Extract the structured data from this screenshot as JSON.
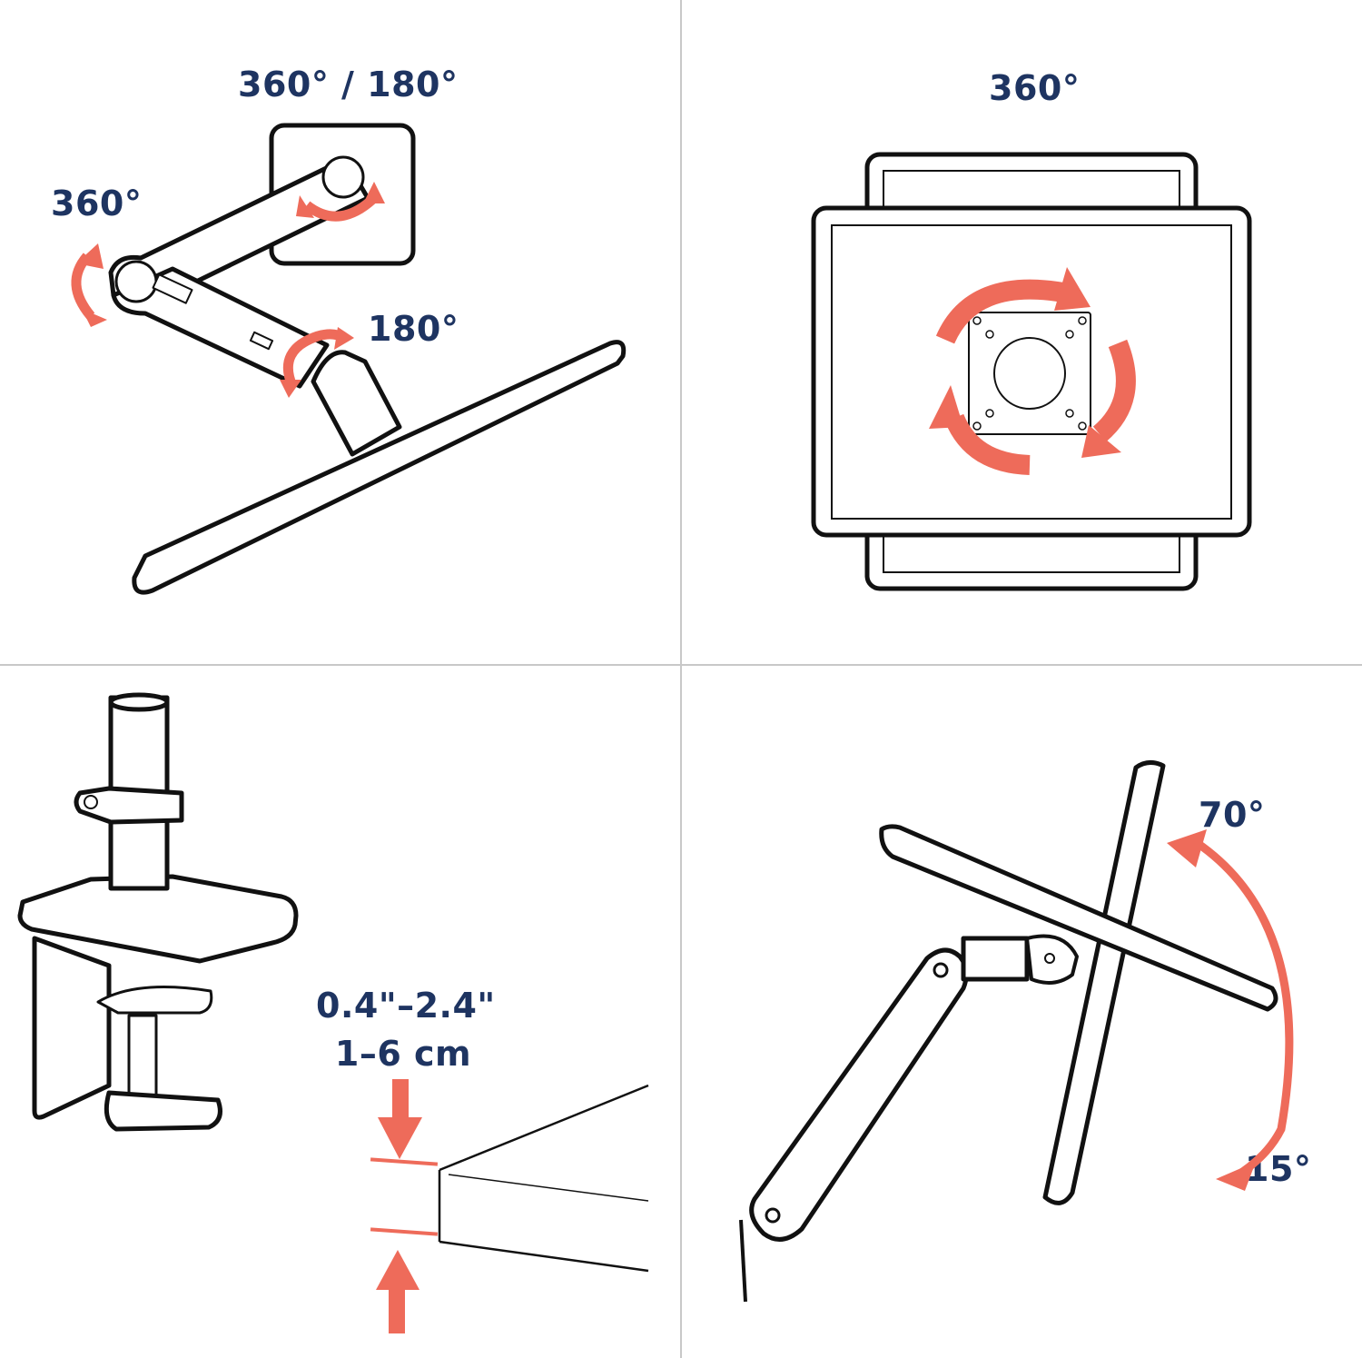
{
  "colors": {
    "label_text": "#1e3461",
    "accent_arrow": "#ee6b5a",
    "line_art": "#111111",
    "divider": "#c8c8c8",
    "background": "#ffffff"
  },
  "panels": [
    {
      "id": "arm-rotation",
      "title": "360° / 180°",
      "labels": {
        "left_joint": "360°",
        "base_joint": "180°"
      }
    },
    {
      "id": "monitor-rotation",
      "title": "360°"
    },
    {
      "id": "desk-clamp",
      "thickness_range_in": "0.4\"–2.4\"",
      "thickness_range_cm": "1–6 cm"
    },
    {
      "id": "tilt-range",
      "labels": {
        "tilt_up": "70°",
        "tilt_down": "15°"
      }
    }
  ]
}
